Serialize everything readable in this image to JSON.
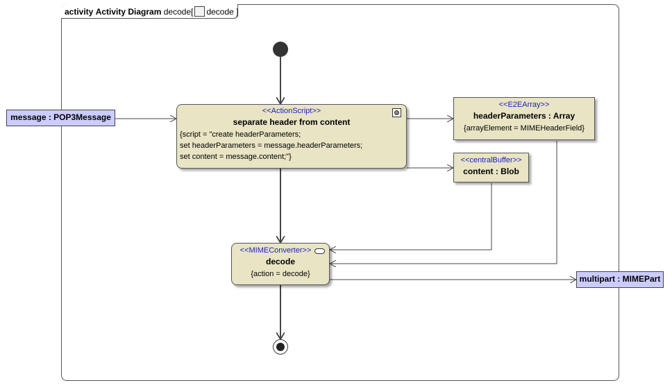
{
  "frame": {
    "kind": "activity",
    "title": "Activity Diagram",
    "name": "decode[",
    "behavior": "decode",
    "close": "]"
  },
  "pins": {
    "input": "message : POP3Message",
    "output": "multipart : MIMEPart"
  },
  "action_script": {
    "stereotype": "<<ActionScript>>",
    "name": "separate header from content",
    "body": [
      "{script = \"create headerParameters;",
      "set headerParameters = message.headerParameters;",
      "set content = message.content;\"}"
    ]
  },
  "header_params": {
    "stereotype": "<<E2EArray>>",
    "name": "headerParameters : Array",
    "constraint": "{arrayElement = MIMEHeaderField}"
  },
  "content_buffer": {
    "stereotype": "<<centralBuffer>>",
    "name": "content : Blob"
  },
  "decode_action": {
    "stereotype": "<<MIMEConverter>>",
    "name": "decode",
    "constraint": "{action = decode}"
  }
}
